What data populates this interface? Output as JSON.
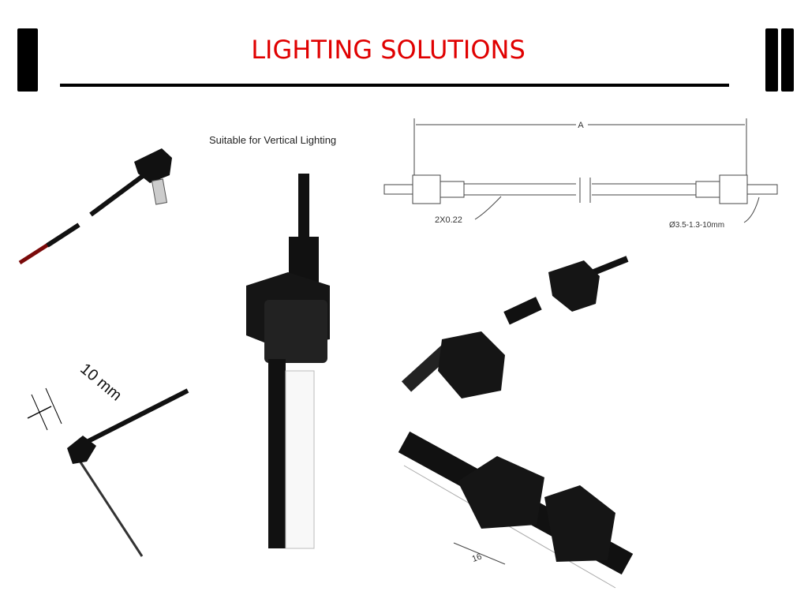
{
  "slide": {
    "title": "LIGHTING SOLUTIONS",
    "subtitle": "Suitable for Vertical Lighting",
    "accent_color": "#e00000"
  },
  "drawing": {
    "dimension_label": "A",
    "cable_label": "2X0.22",
    "plug_label": "Ø3.5-1.3-10mm"
  },
  "photos": {
    "ten_mm_label": "10 mm",
    "sixteen_label": "16"
  }
}
